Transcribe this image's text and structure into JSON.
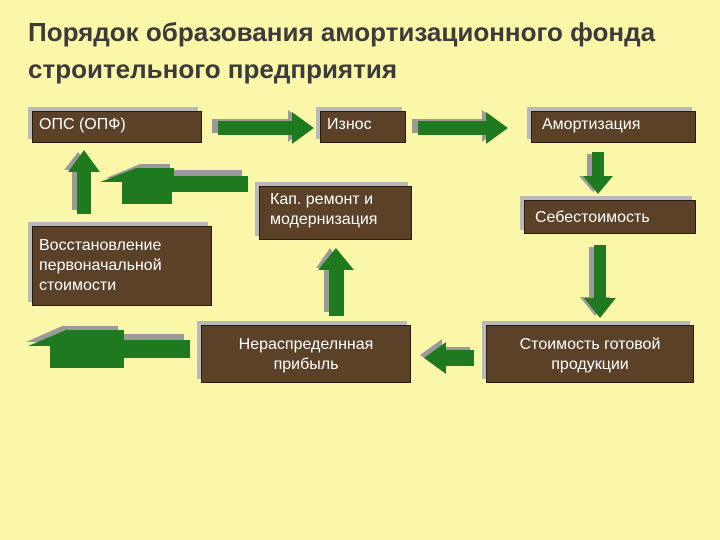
{
  "title": "Порядок образования амортизационного фонда строительного предприятия",
  "colors": {
    "background": "#fbf7a8",
    "box": "#5a4128",
    "arrow": "#1f7a1f",
    "arrow_shadow": "#9a9a9a"
  },
  "boxes": {
    "ops": "ОПС (ОПФ)",
    "iznos": "Износ",
    "amort": "Амортизация",
    "kap_remont": "Кап. ремонт и модернизация",
    "sebestoimost": "Себестоимость",
    "vosstanovlenie": "Восстановление первоначальной стоимости",
    "neraspr": "Нераспределнная прибыль",
    "stoimost": "Стоимость готовой продукции"
  }
}
